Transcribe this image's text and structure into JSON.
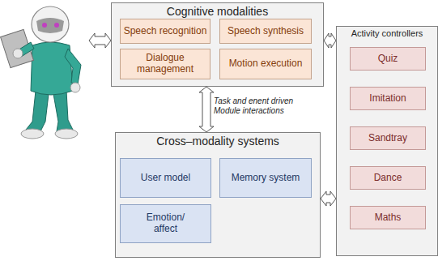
{
  "diagram": {
    "nodes": [
      {
        "text": [
          "Cognitive modalities"
        ]
      },
      {
        "text": [
          "Speech recognition"
        ],
        "in": 0
      },
      {
        "text": [
          "Speech synthesis"
        ],
        "in": 0
      },
      {
        "text": [
          "Dialogue management"
        ],
        "in": 0
      },
      {
        "text": [
          "Motion execution"
        ],
        "in": 0
      },
      {
        "text": [
          "Activity controllers"
        ]
      },
      {
        "text": [
          "Quiz"
        ],
        "in": 5
      },
      {
        "text": [
          "Imitation"
        ],
        "in": 5
      },
      {
        "text": [
          "Sandtray"
        ],
        "in": 5
      },
      {
        "text": [
          "Dance"
        ],
        "in": 5
      },
      {
        "text": [
          "Maths"
        ],
        "in": 5
      },
      {
        "text": [
          "Cross–modality systems"
        ]
      },
      {
        "text": [
          "User model"
        ],
        "in": 11
      },
      {
        "text": [
          "Memory system"
        ],
        "in": 11
      },
      {
        "text": [
          "Emotion/ affect"
        ],
        "in": 11
      }
    ],
    "edges": [
      {
        "from": 0,
        "to": 5,
        "arrow": "both"
      },
      {
        "from": 0,
        "to": 11,
        "label": "Task and enent driven Module interactions",
        "arrow": "both"
      },
      {
        "from": 11,
        "to": 5,
        "arrow": "both"
      }
    ]
  }
}
